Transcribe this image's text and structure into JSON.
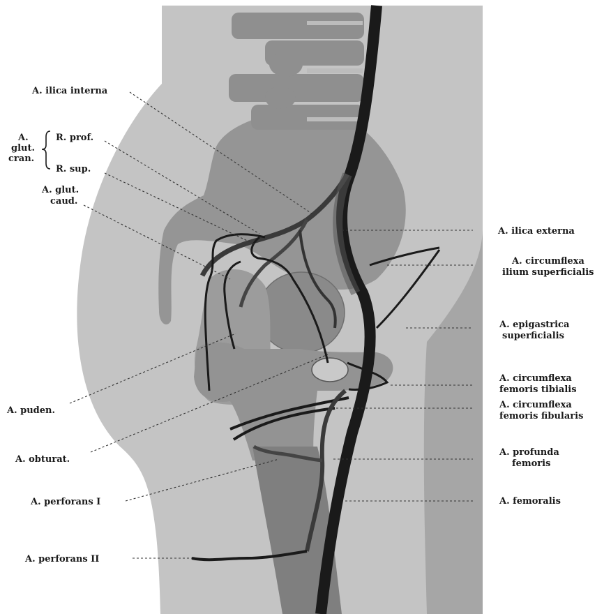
{
  "figure": {
    "labels": {
      "ilica_interna": "A. ilica interna",
      "glut_cran_a": "A.",
      "glut_cran_b": "glut.",
      "glut_cran_c": "cran.",
      "r_prof": "R. prof.",
      "r_sup": "R. sup.",
      "glut_caud_a": "A. glut.",
      "glut_caud_b": "caud.",
      "puden": "A. puden.",
      "obturat": "A. obturat.",
      "perforans_1": "A. perforans I",
      "perforans_2": "A. perforans II",
      "ilica_externa": "A. ilica externa",
      "circ_ilium_a": "A. circumflexa",
      "circ_ilium_b": "ilium superficialis",
      "epigastrica_a": "A. epigastrica",
      "epigastrica_b": "superficialis",
      "circ_tibialis_a": "A. circumflexa",
      "circ_tibialis_b": "femoris tibialis",
      "circ_fibularis_a": "A. circumflexa",
      "circ_fibularis_b": "femoris fibularis",
      "profunda_a": "A. profunda",
      "profunda_b": "femoris",
      "femoralis": "A. femoralis"
    }
  }
}
